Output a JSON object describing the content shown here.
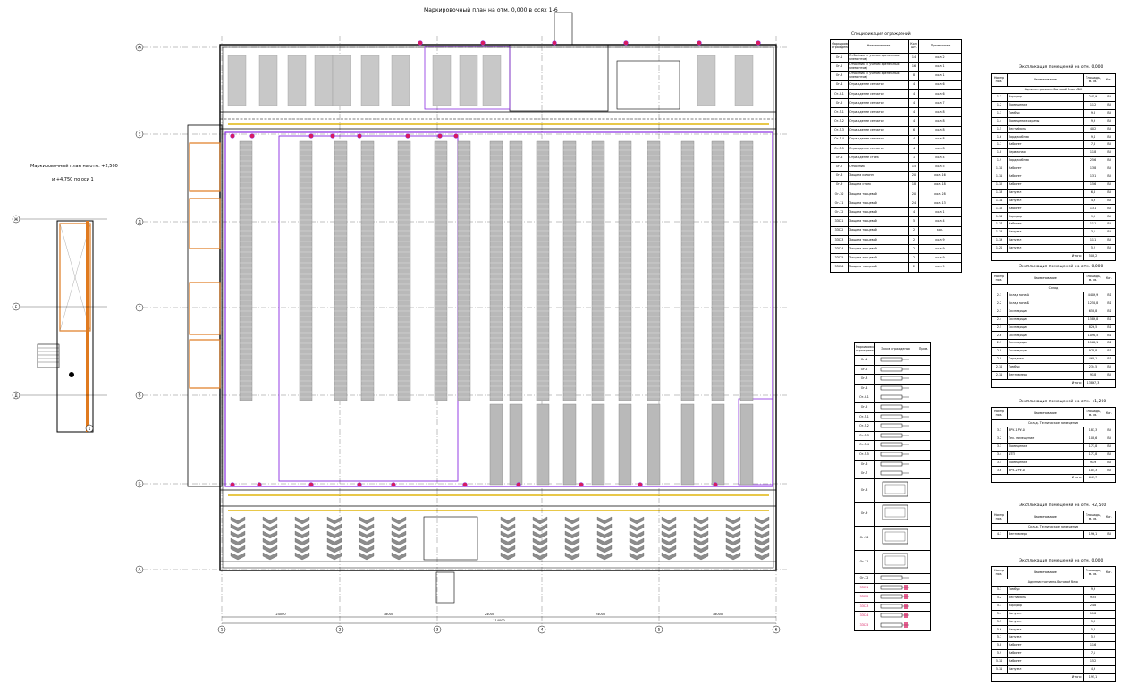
{
  "main_plan": {
    "title": "Маркировочный план на отм. 0,000 в осях 1-6",
    "axes_rows": [
      "А",
      "Б",
      "В",
      "Г",
      "Д",
      "Е",
      "Ж"
    ],
    "axes_cols": [
      "1",
      "2",
      "3",
      "4",
      "5",
      "6"
    ],
    "dims_bottom": [
      "24000",
      "18000",
      "24000",
      "24000",
      "18000"
    ],
    "total_dim": "114000",
    "colors": {
      "wall": "#000000",
      "rack": "#9a9a9a",
      "fence_violet": "#8a2be2",
      "fence_orange": "#e07a1f",
      "marker_red": "#d81b60",
      "label_yellow": "#e8c84a"
    }
  },
  "side_plan": {
    "title": "Маркировочный план на отм. +2,500",
    "subtitle": "и +4,750 по оси 1"
  },
  "spec_table": {
    "caption": "Спецификация ограждений",
    "headers": [
      "Маркировка ограждения",
      "Наименование",
      "Кол. шт.",
      "Примечание"
    ],
    "rows": [
      [
        "Ог-1",
        "Отбойник (с учетом крепежных элементов)",
        "14",
        "кол. 2"
      ],
      [
        "Ог-2",
        "Отбойник (с учетом крепежных элементов)",
        "16",
        "кол. 1"
      ],
      [
        "Ог-3",
        "Отбойник (с учетом крепежных элементов)",
        "8",
        "кол. 1"
      ],
      [
        "Ог-4",
        "Ограждение сетчатое",
        "4",
        "кол. 6"
      ],
      [
        "Ог-4.1",
        "Ограждение сетчатое",
        "4",
        "кол. 6"
      ],
      [
        "Ог-5",
        "Ограждение сетчатое",
        "4",
        "кол. 7"
      ],
      [
        "Ог-5.1",
        "Ограждение сетчатое",
        "4",
        "кол. 8"
      ],
      [
        "Ог-5.2",
        "Ограждение сетчатое",
        "4",
        "кол. 8"
      ],
      [
        "Ог-5.3",
        "Ограждение сетчатое",
        "6",
        "кол. 8"
      ],
      [
        "Ог-5.4",
        "Ограждение сетчатое",
        "4",
        "кол. 8"
      ],
      [
        "Ог-5.5",
        "Ограждение сетчатое",
        "4",
        "кол. 8"
      ],
      [
        "Ог-6",
        "Ограждение стоек",
        "1",
        "кол. 4"
      ],
      [
        "Ог-7",
        "Отбойник",
        "15",
        "кол. 5"
      ],
      [
        "Ог-8",
        "Защита колонн",
        "20",
        "кол. 16"
      ],
      [
        "Ог-9",
        "Защита стоек",
        "18",
        "кол. 18"
      ],
      [
        "Ог-10",
        "Защита торцевой",
        "20",
        "кол. 28"
      ],
      [
        "Ог-11",
        "Защита торцевой",
        "24",
        "кол. 13"
      ],
      [
        "Ог-12",
        "Защита торцевой",
        "4",
        "кол. 1"
      ],
      [
        "ЗЗС-1",
        "Защита торцевой",
        "5",
        "кол. 4"
      ],
      [
        "ЗЗС-2",
        "Защита торцевой",
        "2",
        "кол."
      ],
      [
        "ЗЗС-3",
        "Защита торцевой",
        "2",
        "кол. 9"
      ],
      [
        "ЗЗС-4",
        "Защита торцевой",
        "2",
        "кол. 9"
      ],
      [
        "ЗЗС-5",
        "Защита торцевой",
        "2",
        "кол. 9"
      ],
      [
        "ЗЗС-6",
        "Защита торцевой",
        "2",
        "кол. 9"
      ]
    ]
  },
  "marking_table": {
    "headers": [
      "Маркировка ограждения",
      "Эскиз ограждения",
      "Прим."
    ],
    "rows": [
      "Ог-1",
      "Ог-2",
      "Ог-3",
      "Ог-4",
      "Ог-4.1",
      "Ог-5",
      "Ог-5.1",
      "Ог-5.2",
      "Ог-5.3",
      "Ог-5.4",
      "Ог-5.5",
      "Ог-6",
      "Ог-7",
      "Ог-8",
      "Ог-9",
      "Ог-10",
      "Ог-11",
      "Ог-12",
      "ЗЗС-1",
      "ЗЗС-2",
      "ЗЗС-3",
      "ЗЗС-4",
      "ЗЗС-5"
    ]
  },
  "rooms_t1": {
    "caption": "Экспликация помещений на отм. 0,000",
    "headers": [
      "Номер пом.",
      "Наименование",
      "Площадь, м. кв.",
      "Кат."
    ],
    "section": "Административно-бытовой блок АБК",
    "rows": [
      [
        "1.1",
        "Коридор",
        "245,9",
        "В4"
      ],
      [
        "1.2",
        "Помещение",
        "11,2",
        "В4"
      ],
      [
        "1.3",
        "Тамбур",
        "9,8",
        "В4"
      ],
      [
        "1.4",
        "Помещение охраны",
        "9,9",
        "В4"
      ],
      [
        "1.5",
        "Вестибюль",
        "40,2",
        "В4"
      ],
      [
        "1.6",
        "Гардеробная",
        "9,4",
        "В4"
      ],
      [
        "1.7",
        "Кабинет",
        "7,8",
        "В4"
      ],
      [
        "1.8",
        "Серверная",
        "11,8",
        "В4"
      ],
      [
        "1.9",
        "Гардеробная",
        "25,6",
        "В4"
      ],
      [
        "1.10",
        "Кабинет",
        "13,8",
        "В4"
      ],
      [
        "1.11",
        "Кабинет",
        "13,1",
        "В4"
      ],
      [
        "1.12",
        "Кабинет",
        "15,6",
        "В4"
      ],
      [
        "1.13",
        "Санузел",
        "6,8",
        "В4"
      ],
      [
        "1.14",
        "Санузел",
        "4,9",
        "В4"
      ],
      [
        "1.15",
        "Кабинет",
        "13,1",
        "В4"
      ],
      [
        "1.16",
        "Коридор",
        "9,9",
        "В4"
      ],
      [
        "1.17",
        "Кабинет",
        "11,1",
        "В4"
      ],
      [
        "1.18",
        "Санузел",
        "3,1",
        "В4"
      ],
      [
        "1.19",
        "Санузел",
        "11,1",
        "В4"
      ],
      [
        "1.20",
        "Санузел",
        "5,2",
        "В4"
      ]
    ],
    "total": [
      "Итого:",
      "508,2"
    ]
  },
  "rooms_t2": {
    "caption": "Экспликация помещений на отм. 0,000",
    "headers": [
      "Номер пом.",
      "Наименование",
      "Площадь, м. кв.",
      "Кат."
    ],
    "section": "Склад",
    "rows": [
      [
        "2.1",
        "Склад зона А",
        "4409,9",
        "В1"
      ],
      [
        "2.2",
        "Склад зона Б",
        "1256,8",
        "В1"
      ],
      [
        "2.3",
        "Экспедиция",
        "658,8",
        "В1"
      ],
      [
        "2.4",
        "Экспедиция",
        "1589,8",
        "В1"
      ],
      [
        "2.5",
        "Экспедиция",
        "826,5",
        "В1"
      ],
      [
        "2.6",
        "Экспедиция",
        "1096,5",
        "В1"
      ],
      [
        "2.7",
        "Экспедиция",
        "1166,1",
        "В1"
      ],
      [
        "2.8",
        "Экспедиция",
        "978,8",
        "В1"
      ],
      [
        "2.9",
        "Зарядная",
        "468,1",
        "В1"
      ],
      [
        "2.10",
        "Тамбур",
        "234,5",
        "В4"
      ],
      [
        "2.11",
        "Венткамера",
        "91,8",
        "В4"
      ]
    ],
    "total": [
      "Итого:",
      "13867,3"
    ]
  },
  "rooms_t3": {
    "caption": "Экспликация помещений на отм. +1,200",
    "headers": [
      "Номер пом.",
      "Наименование",
      "Площадь, м. кв.",
      "Кат."
    ],
    "section": "Склад. Техническое помещение",
    "rows": [
      [
        "3.1",
        "ВРУ-1 РУ-0",
        "183,3",
        "В4"
      ],
      [
        "3.2",
        "Тех. помещение",
        "108,6",
        "В4"
      ],
      [
        "3.3",
        "Помещение",
        "171,8",
        "В4"
      ],
      [
        "3.4",
        "ИТП",
        "177,8",
        "В4"
      ],
      [
        "3.5",
        "Помещение",
        "91,9",
        "В4"
      ],
      [
        "3.6",
        "ВРУ-2 РУ-0",
        "105,3",
        "В4"
      ]
    ],
    "total": [
      "Итого:",
      "647,7"
    ]
  },
  "rooms_t4": {
    "caption": "Экспликация помещений на отм. +2,500",
    "headers": [
      "Номер пом.",
      "Наименование",
      "Площадь, м. кв.",
      "Кат."
    ],
    "section": "Склад. Техническое помещение",
    "rows": [
      [
        "4.1",
        "Венткамера",
        "196,1",
        "В4"
      ]
    ]
  },
  "rooms_t5": {
    "caption": "Экспликация помещений на отм. 0,000",
    "headers": [
      "Номер пом.",
      "Наименование",
      "Площадь, м. кв.",
      "Кат."
    ],
    "section": "Административно-бытовой блок",
    "rows": [
      [
        "5.1",
        "Тамбур",
        "9,9",
        ""
      ],
      [
        "5.2",
        "Вестибюль",
        "93,5",
        ""
      ],
      [
        "5.3",
        "Коридор",
        "24,8",
        ""
      ],
      [
        "5.4",
        "Санузел",
        "11,8",
        ""
      ],
      [
        "5.5",
        "Санузел",
        "5,3",
        ""
      ],
      [
        "5.6",
        "Санузел",
        "5,6",
        ""
      ],
      [
        "5.7",
        "Санузел",
        "5,2",
        ""
      ],
      [
        "5.8",
        "Кабинет",
        "11,6",
        ""
      ],
      [
        "5.9",
        "Кабинет",
        "7,1",
        ""
      ],
      [
        "5.10",
        "Кабинет",
        "15,2",
        ""
      ],
      [
        "5.11",
        "Санузел",
        "4,9",
        ""
      ]
    ],
    "total": [
      "Итого:",
      "195,1"
    ]
  }
}
